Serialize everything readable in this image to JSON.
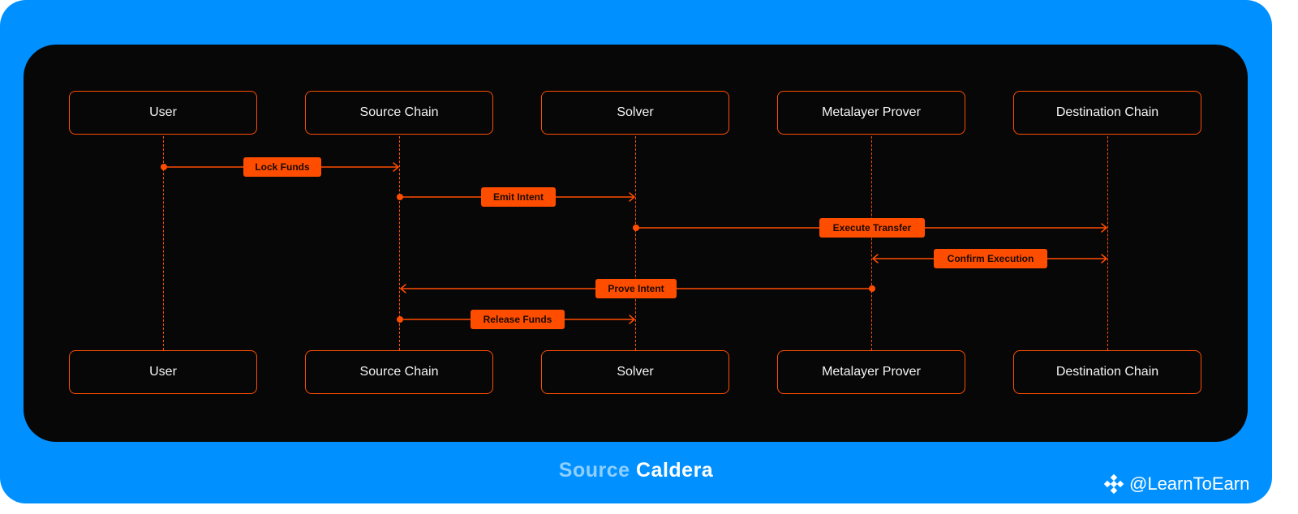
{
  "actors": [
    "User",
    "Source Chain",
    "Solver",
    "Metalayer Prover",
    "Destination Chain"
  ],
  "messages": [
    {
      "label": "Lock Funds",
      "from": 0,
      "to": 1
    },
    {
      "label": "Emit Intent",
      "from": 1,
      "to": 2
    },
    {
      "label": "Execute Transfer",
      "from": 2,
      "to": 4
    },
    {
      "label": "Confirm Execution",
      "from": 3,
      "to": 4,
      "bidirectional": true
    },
    {
      "label": "Prove Intent",
      "from": 3,
      "to": 1
    },
    {
      "label": "Release Funds",
      "from": 1,
      "to": 2
    }
  ],
  "source": {
    "prefix": "Source",
    "name": "Caldera"
  },
  "watermark": {
    "text": "@LearnToEarn",
    "icon": "binance-logo-icon"
  },
  "colors": {
    "background": "#0090ff",
    "panel": "#070707",
    "accent": "#ff4d00"
  }
}
